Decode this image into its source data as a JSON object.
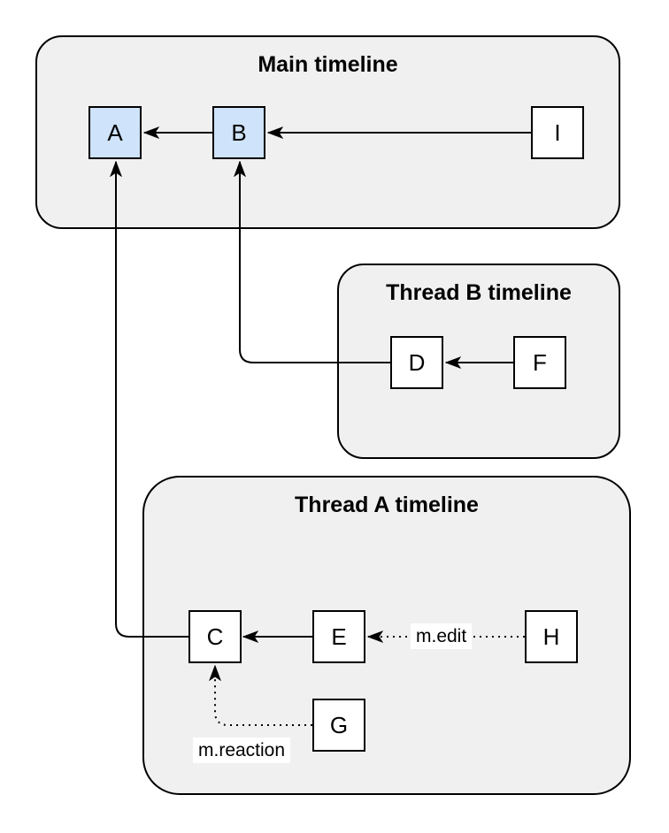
{
  "diagram": {
    "containers": [
      {
        "id": "main",
        "title": "Main timeline"
      },
      {
        "id": "threadB",
        "title": "Thread B timeline"
      },
      {
        "id": "threadA",
        "title": "Thread A timeline"
      }
    ],
    "nodes": [
      {
        "id": "A",
        "label": "A",
        "container": "main",
        "highlighted": true
      },
      {
        "id": "B",
        "label": "B",
        "container": "main",
        "highlighted": true
      },
      {
        "id": "I",
        "label": "I",
        "container": "main",
        "highlighted": false
      },
      {
        "id": "D",
        "label": "D",
        "container": "threadB",
        "highlighted": false
      },
      {
        "id": "F",
        "label": "F",
        "container": "threadB",
        "highlighted": false
      },
      {
        "id": "C",
        "label": "C",
        "container": "threadA",
        "highlighted": false
      },
      {
        "id": "E",
        "label": "E",
        "container": "threadA",
        "highlighted": false
      },
      {
        "id": "H",
        "label": "H",
        "container": "threadA",
        "highlighted": false
      },
      {
        "id": "G",
        "label": "G",
        "container": "threadA",
        "highlighted": false
      }
    ],
    "edges": [
      {
        "from": "B",
        "to": "A",
        "style": "solid",
        "label": ""
      },
      {
        "from": "I",
        "to": "B",
        "style": "solid",
        "label": ""
      },
      {
        "from": "F",
        "to": "D",
        "style": "solid",
        "label": ""
      },
      {
        "from": "D",
        "to": "B",
        "style": "solid",
        "label": ""
      },
      {
        "from": "E",
        "to": "C",
        "style": "solid",
        "label": ""
      },
      {
        "from": "C",
        "to": "A",
        "style": "solid",
        "label": ""
      },
      {
        "from": "H",
        "to": "E",
        "style": "dotted",
        "label": "m.edit"
      },
      {
        "from": "G",
        "to": "C",
        "style": "dotted",
        "label": "m.reaction"
      }
    ],
    "colors": {
      "container_fill": "#f0f0f0",
      "container_stroke": "#000000",
      "node_fill_highlight": "#cfe3fa",
      "node_fill_default": "#ffffff",
      "node_stroke": "#000000",
      "edge_stroke": "#000000",
      "label_background": "#ffffff"
    }
  }
}
